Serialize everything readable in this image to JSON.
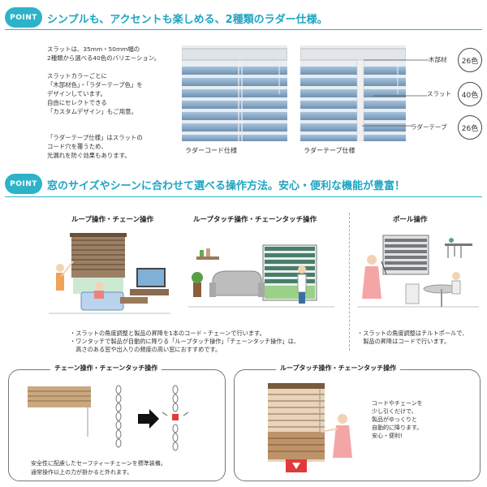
{
  "point1": {
    "badge": "POINT",
    "heading": "シンプルも、アクセントも楽しめる、2種類のラダー仕様。",
    "paragraphs": [
      "スラットは、35mm・50mm幅の",
      "2種類から選べる40色のバリエーション。",
      "スラットカラーごとに",
      "「木部材色」・「ラダーテープ色」を",
      "デザインしています。",
      "自由にセレクトできる",
      "「カスタムデザイン」もご用意。",
      "「ラダーテープ仕様」はスラットの",
      "コード穴を覆うため、",
      "光漏れを防ぐ効果もあります。"
    ],
    "caption_cord": "ラダーコード仕様",
    "caption_tape": "ラダーテープ仕様",
    "parts": [
      {
        "label": "木部材",
        "count": "26色"
      },
      {
        "label": "スラット",
        "count": "40色"
      },
      {
        "label": "ラダーテープ",
        "count": "26色"
      }
    ]
  },
  "point2": {
    "badge": "POINT",
    "heading": "窓のサイズやシーンに合わせて選べる操作方法。安心・便利な機能が豊富！",
    "op_titles": [
      "ループ操作・チェーン操作",
      "ループタッチ操作・チェーンタッチ操作",
      "ポール操作"
    ],
    "bullets_left": [
      "・スラットの角度調整と製品の昇降を1本のコード・チェーンで行います。",
      "・ワンタッチで製品が自動的に降りる「ループタッチ操作」「チェーンタッチ操作」は、",
      "　高さのある窓や出入りの頻度の高い窓におすすめです。"
    ],
    "bullets_right": [
      "・スラットの角度調整はチルトポールで、",
      "　製品の昇降はコードで行います。"
    ]
  },
  "card_chain": {
    "title": "チェーン操作・チェーンタッチ操作",
    "desc": [
      "安全性に配慮したセーフティーチェーンを標準装備。",
      "通常操作以上の力が掛かると外れます。"
    ]
  },
  "card_loop": {
    "title": "ループタッチ操作・チェーンタッチ操作",
    "desc": [
      "コードやチェーンを",
      "少し引くだけで、",
      "製品がゆっくりと",
      "自動的に降ります。",
      "安心・便利!"
    ]
  },
  "colors": {
    "accent": "#2db3c9",
    "slat": "#86a9c7",
    "wood": "#8a6a4a"
  }
}
